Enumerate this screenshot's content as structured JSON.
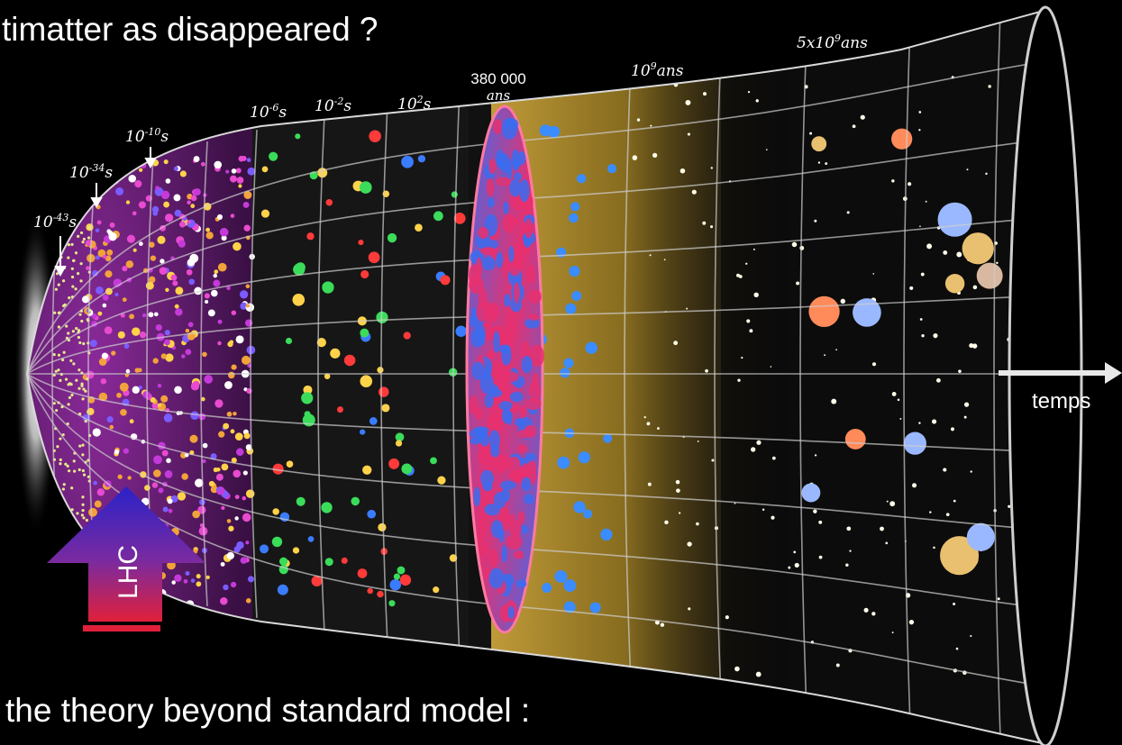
{
  "headings": {
    "top": "timatter as disappeared ?",
    "bottom": "the theory beyond standard model :"
  },
  "time_labels": {
    "t43": {
      "base": "10",
      "exp": "-43",
      "unit": "s"
    },
    "t34": {
      "base": "10",
      "exp": "-34",
      "unit": "s"
    },
    "t10": {
      "base": "10",
      "exp": "-10",
      "unit": "s"
    },
    "t6": {
      "base": "10",
      "exp": "-6",
      "unit": "s"
    },
    "t2": {
      "base": "10",
      "exp": "-2",
      "unit": "s"
    },
    "tp2": {
      "base": "10",
      "exp": "2",
      "unit": "s"
    },
    "cmb": {
      "line1": "380 000",
      "line2": "ans"
    },
    "t9": {
      "base": "10",
      "exp": "9",
      "unit": "ans"
    },
    "t5x9": {
      "base": "5x10",
      "exp": "9",
      "unit": "ans"
    }
  },
  "arrow_label": "temps",
  "lhc_label": "LHC",
  "colors": {
    "background": "#000000",
    "lhc_top": "#2a22c8",
    "lhc_bottom": "#e0203a",
    "cmb_blue": "#3a6cf0",
    "cmb_pink": "#e8306e",
    "epoch_gold": "#b8952a"
  }
}
